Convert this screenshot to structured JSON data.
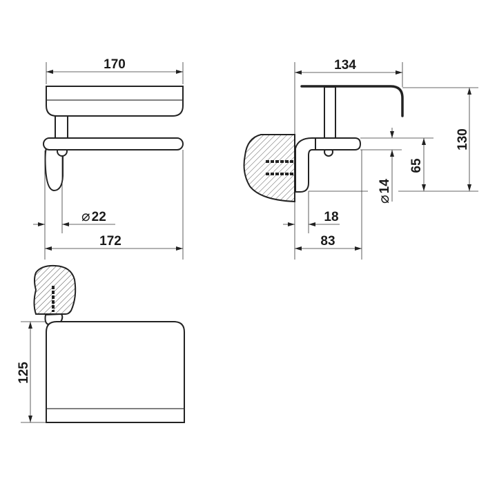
{
  "views": {
    "front": {
      "width_top": "170",
      "diameter_symbol": "⌀",
      "bracket_diameter": "22",
      "width_overall": "172"
    },
    "side": {
      "depth_top": "134",
      "height_overall": "130",
      "bar_height": "65",
      "diameter_symbol": "⌀",
      "bar_diameter": "14",
      "bracket_thickness": "18",
      "depth_bar": "83"
    },
    "plan": {
      "height": "125"
    }
  },
  "colors": {
    "line": "#222222",
    "background": "#ffffff"
  }
}
